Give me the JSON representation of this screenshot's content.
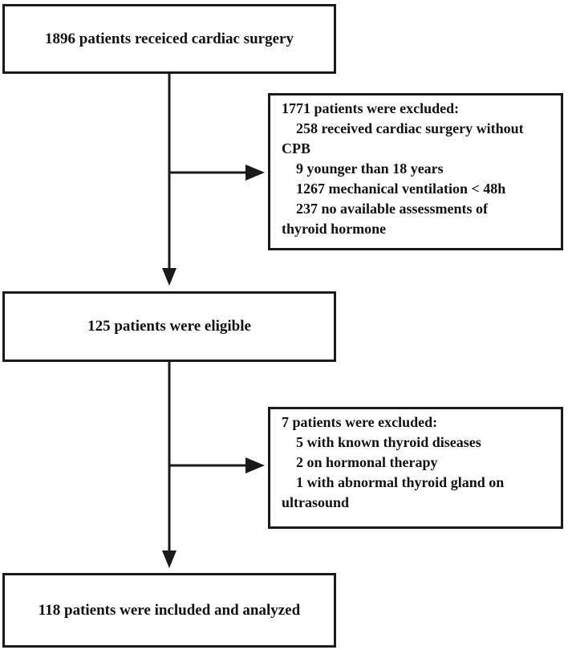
{
  "boxes": {
    "start": "1896 patients receiced cardiac surgery",
    "exclusion1": {
      "header": "1771 patients were excluded:",
      "lines": [
        "258  received cardiac surgery without",
        "CPB",
        "9 younger than 18 years",
        "1267 mechanical ventilation < 48h",
        "237 no available assessments of",
        "thyroid hormone"
      ]
    },
    "eligible": "125 patients were eligible",
    "exclusion2": {
      "header": "7 patients were excluded:",
      "lines": [
        "5 with known thyroid diseases",
        "2 on hormonal therapy",
        "1 with abnormal thyroid gland on",
        "ultrasound"
      ]
    },
    "final": "118 patients were included and analyzed"
  }
}
